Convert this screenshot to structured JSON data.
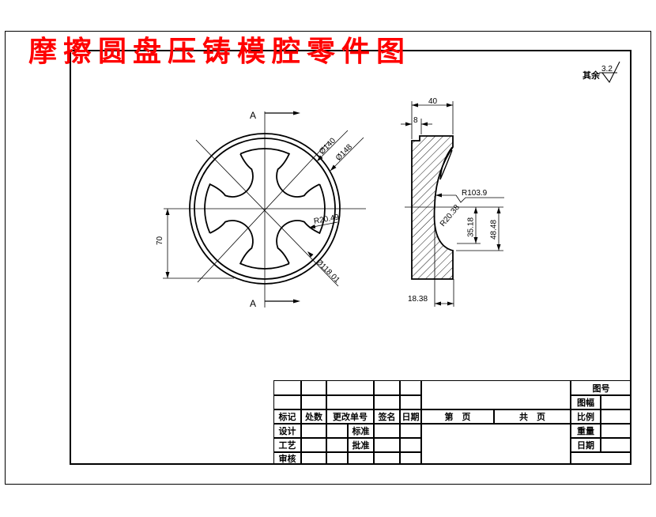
{
  "page_title": "摩擦圆盘压铸模腔零件图",
  "surface_note": {
    "prefix": "其余",
    "value": "3.2"
  },
  "front_view": {
    "section_marker": "A",
    "dim_d140": "Ø140",
    "dim_d148": "Ø148",
    "dim_r20": "R20.49",
    "dim_d118": "Ø118.01",
    "dim_70": "70"
  },
  "section_view": {
    "dim_40": "40",
    "dim_8": "8",
    "dim_r103": "R103.9",
    "dim_r2038": "R20.38",
    "dim_3518": "35.18",
    "dim_4848": "48.48",
    "dim_1838": "18.38"
  },
  "title_block": {
    "mark": "标记",
    "count": "处数",
    "change_no": "更改单号",
    "signature": "签名",
    "date": "日期",
    "page": "第　页",
    "total_page": "共　页",
    "drawing_no": "图号",
    "sheet_size": "图幅",
    "scale": "比例",
    "weight": "重量",
    "date2": "日期",
    "design": "设计",
    "standard": "标准",
    "process": "工艺",
    "approve": "批准",
    "audit": "审核"
  }
}
